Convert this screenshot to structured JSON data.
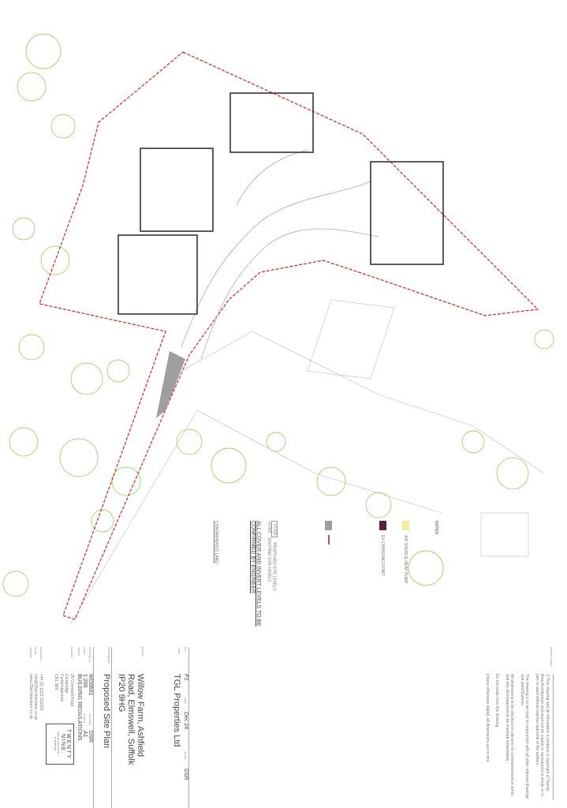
{
  "general_notes": {
    "label": "general notes",
    "items": [
      "© This drawing and all information it contains is copyright of Twenty Nine Architecture and must not be copied or reproduced in whole or in part or used without express approval of the authors.",
      "The drawing is to be read in conjunction with all other relevant drawings and specifications.",
      "All dimensions to be checked on site prior to commencement of works and any discrepancies to be checked immediately.",
      "Do not scale from this drawing.",
      "Unless otherwise stated, all dimensions are in mm."
    ]
  },
  "legend": {
    "notes_heading": "NOTES",
    "items": [
      "AIR SOURCE HEAT PUMP",
      "EV CHARGING POINT"
    ],
    "levels": [
      {
        "value": "+0.000",
        "label": "PROPOSED SITE LEVELS"
      },
      {
        "value": "+0.000",
        "label": "EXISTING SITE LEVELS"
      }
    ],
    "engineer_note": "ALL COVER AND INVERT LEVELS TO BE CONFIRMED BY ENGINEER",
    "contaminated_heading": "CONTAMINATED LAND",
    "colors": {
      "hatch": "#9e9e9e",
      "purple": "#5a1f3a",
      "yellow": "#f2ef9a",
      "red": "#c0504d",
      "boundary": "#cc2222",
      "trees": "#8cc63f"
    }
  },
  "title_block": {
    "client": {
      "label": "client",
      "value": "TGL Properties Ltd"
    },
    "rev": {
      "label": "rev",
      "value": "P2"
    },
    "date": {
      "label": "date",
      "value": "Dec 24"
    },
    "drawn": {
      "label": "drawn",
      "value": "DSR"
    },
    "project": {
      "label": "project",
      "value": "Willow Farm, Ashfield Road, Elmswell, Suffolk IP20 9HG"
    },
    "drawing_title": {
      "label": "drawing title",
      "value": "Proposed Site Plan"
    },
    "drawing_no": {
      "label": "drawing no",
      "value": "WD0601"
    },
    "checked": {
      "label": "checked",
      "value": "DSR"
    },
    "scale": {
      "label": "scale",
      "value": "1:200"
    },
    "original": {
      "label": "original",
      "value": "A1"
    },
    "status": {
      "label": "status",
      "value": "BUILDING REGULATIONS"
    },
    "address": {
      "label": "address",
      "lines": [
        "25 Cromwell Road",
        "Cambridge",
        "Cambridgeshire",
        "CB1 3EB"
      ]
    },
    "telephone": {
      "label": "telephone",
      "value": "+44 (0) 1223 212253"
    },
    "email": {
      "label": "email",
      "value": "info@29architecture.co.uk"
    },
    "website": {
      "label": "website",
      "value": "www.29architecture.co.uk"
    },
    "logo": {
      "line1": "TWENTY",
      "line2": "NINE.",
      "tagline": "ARCHITECTURE + PLANNING"
    }
  }
}
